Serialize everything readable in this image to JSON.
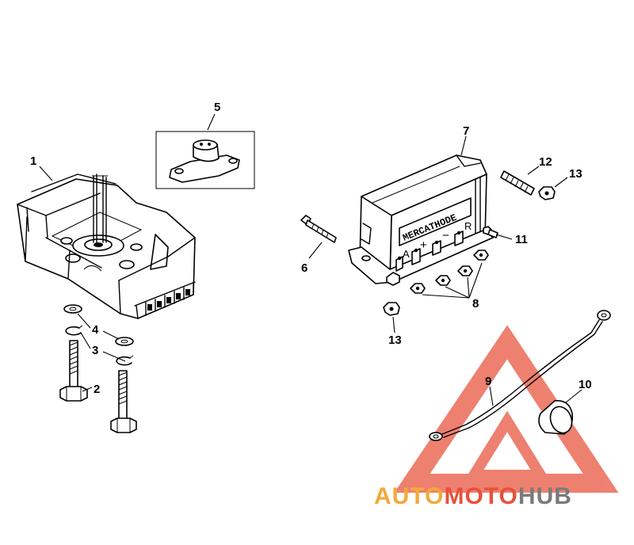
{
  "diagram": {
    "callouts": [
      {
        "id": "c1",
        "text": "1"
      },
      {
        "id": "c2",
        "text": "2"
      },
      {
        "id": "c3",
        "text": "3"
      },
      {
        "id": "c4",
        "text": "4"
      },
      {
        "id": "c5",
        "text": "5"
      },
      {
        "id": "c6",
        "text": "6"
      },
      {
        "id": "c7",
        "text": "7"
      },
      {
        "id": "c8",
        "text": "8"
      },
      {
        "id": "c9",
        "text": "9"
      },
      {
        "id": "c10",
        "text": "10"
      },
      {
        "id": "c11",
        "text": "11"
      },
      {
        "id": "c12",
        "text": "12"
      },
      {
        "id": "c13a",
        "text": "13"
      },
      {
        "id": "c13b",
        "text": "13"
      }
    ],
    "regulator_label": "MERCATHODE",
    "terminal_labels": [
      "A",
      "+",
      "−",
      "R"
    ]
  },
  "watermark": {
    "part1": "AUTO",
    "part2": "MOTO",
    "part3": "HUB",
    "color_red": "#e8503a",
    "color_orange": "#f2a93b",
    "color_gray": "#7a7a7a"
  }
}
